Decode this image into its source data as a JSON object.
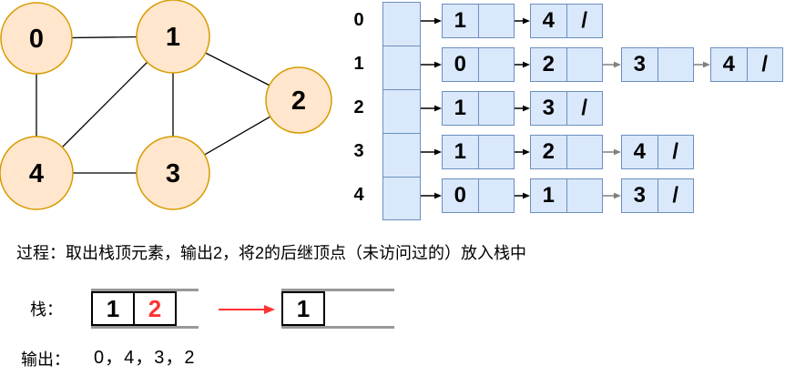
{
  "colors": {
    "node_fill": "#FFE6CC",
    "node_stroke": "#D79B00",
    "cell_fill": "#DAE8FC",
    "cell_stroke": "#6C8EBF",
    "arrow_black": "#000000",
    "arrow_gray": "#808080",
    "stack_rail_gray": "#999999",
    "highlight_red": "#FF3333"
  },
  "graph": {
    "node_labels": [
      "0",
      "1",
      "2",
      "3",
      "4"
    ],
    "edges": [
      [
        "0",
        "1"
      ],
      [
        "0",
        "4"
      ],
      [
        "1",
        "2"
      ],
      [
        "1",
        "3"
      ],
      [
        "1",
        "4"
      ],
      [
        "2",
        "3"
      ],
      [
        "3",
        "4"
      ]
    ]
  },
  "adjacency_list": {
    "null_symbol": "/",
    "rows": [
      {
        "label": "0",
        "neighbors": [
          "1",
          "4"
        ]
      },
      {
        "label": "1",
        "neighbors": [
          "0",
          "2",
          "3",
          "4"
        ]
      },
      {
        "label": "2",
        "neighbors": [
          "1",
          "3"
        ]
      },
      {
        "label": "3",
        "neighbors": [
          "1",
          "2",
          "4"
        ]
      },
      {
        "label": "4",
        "neighbors": [
          "0",
          "1",
          "3"
        ]
      }
    ]
  },
  "process": {
    "label": "过程：",
    "text": "取出栈顶元素，输出2，将2的后继顶点（未访问过的）放入栈中"
  },
  "stack": {
    "label": "栈：",
    "before": [
      {
        "value": "1",
        "highlight": false
      },
      {
        "value": "2",
        "highlight": true
      }
    ],
    "after": [
      {
        "value": "1",
        "highlight": false
      }
    ]
  },
  "output": {
    "label": "输出：",
    "value": "0，4，3，2"
  }
}
